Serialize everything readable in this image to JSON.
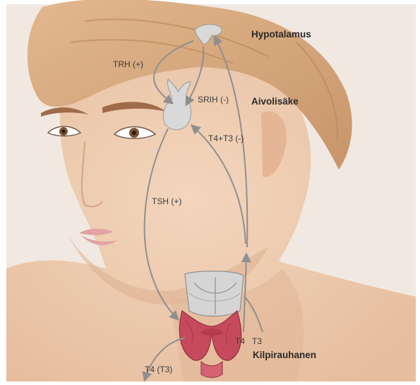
{
  "labels": {
    "hypothalamus": "Hypotalamus",
    "pituitary": "Aivolisäke",
    "thyroid": "Kilpirauhanen",
    "trh": "TRH (+)",
    "srih": "SRIH (-)",
    "feedback": "T4+T3 (-)",
    "tsh": "TSH (+)",
    "t4": "T4",
    "t3": "T3",
    "output": "T4  (T3)"
  },
  "colors": {
    "background": "#f1e9e1",
    "skin": "#eccbb0",
    "hair": "#d6a87c",
    "arrow": "#8f8f8f",
    "gland": "#d9d9d9",
    "thyroid": "#c64a5b",
    "lips": "#e3a2a3"
  }
}
